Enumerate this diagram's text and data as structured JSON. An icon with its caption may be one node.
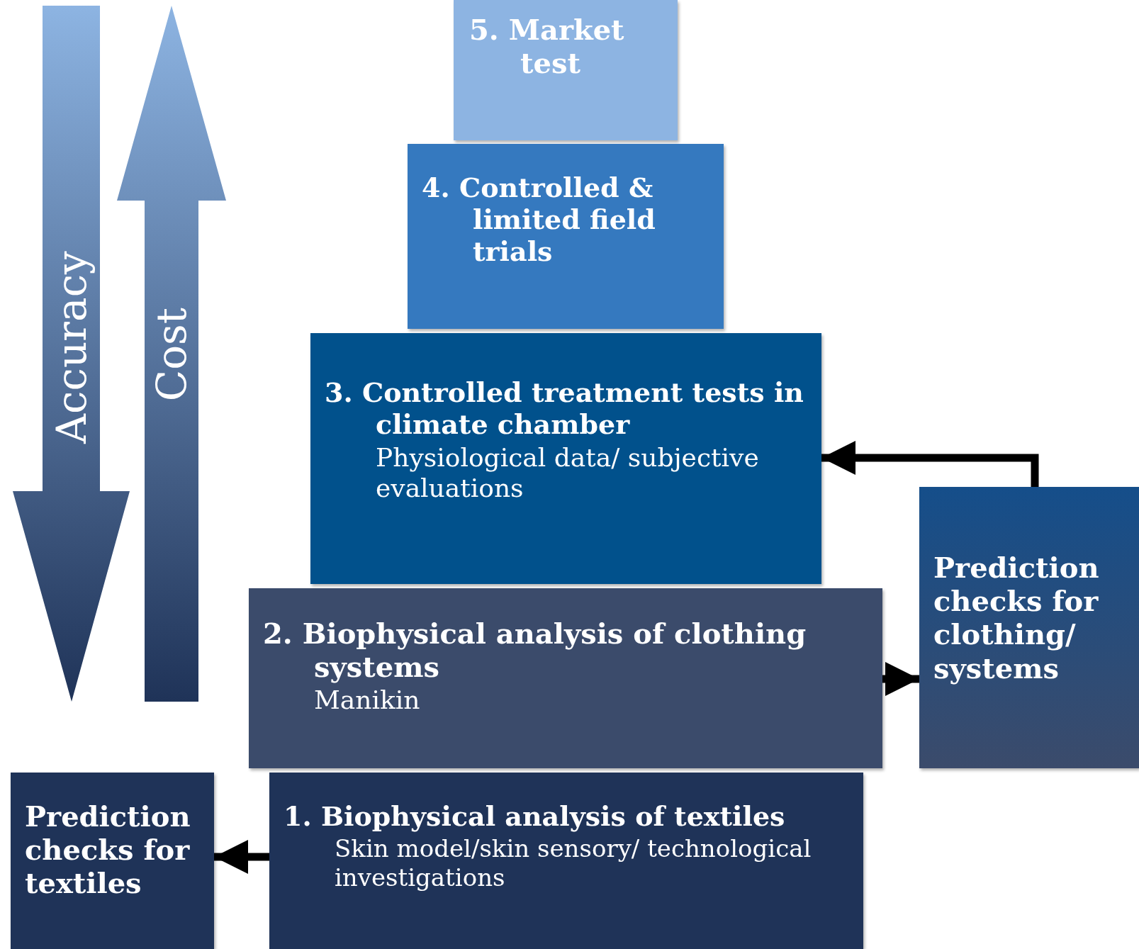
{
  "diagram": {
    "nodes": [
      {
        "text": [
          "5. Market test"
        ]
      },
      {
        "text": [
          "4. Controlled & limited field trials"
        ]
      },
      {
        "text": [
          "3. Controlled treatment tests in climate chamber",
          "Physiological data/ subjective evaluations"
        ]
      },
      {
        "text": [
          "2. Biophysical analysis of clothing systems",
          "Manikin"
        ]
      },
      {
        "text": [
          "1. Biophysical analysis of textiles",
          "Skin model/skin sensory/ technological investigations"
        ]
      },
      {
        "text": [
          "Prediction checks for clothing/ systems"
        ]
      },
      {
        "text": [
          "Prediction checks for textiles"
        ]
      }
    ],
    "edges": [
      {
        "from": 3,
        "to": 5,
        "arrow": "to"
      },
      {
        "from": 5,
        "to": 2,
        "arrow": "to"
      },
      {
        "from": 4,
        "to": 6,
        "arrow": "to"
      }
    ],
    "labels": [
      "Accuracy",
      "Cost"
    ]
  }
}
